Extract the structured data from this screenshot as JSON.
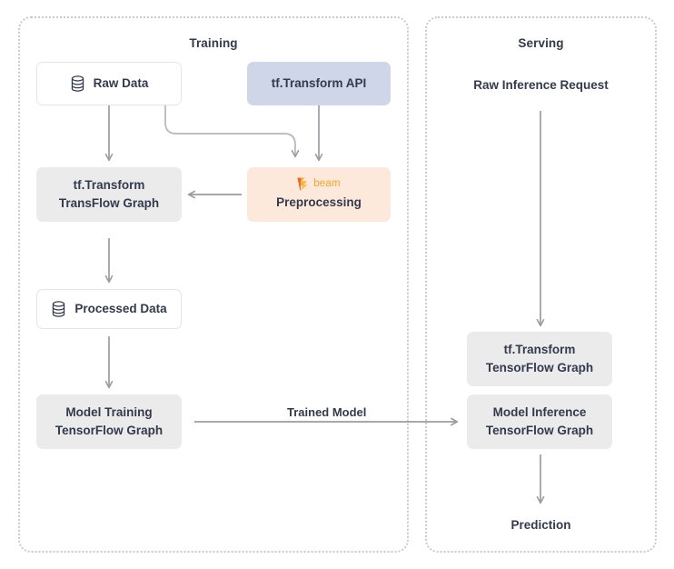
{
  "diagram": {
    "title_training": "Training",
    "title_serving": "Serving",
    "panels": [
      {
        "id": "training",
        "label": "Training"
      },
      {
        "id": "serving",
        "label": "Serving"
      }
    ],
    "training_nodes": [
      {
        "id": "raw-data",
        "label": "Raw Data",
        "icon": "database-icon",
        "style": "white"
      },
      {
        "id": "tf-transform-api",
        "label": "tf.Transform API",
        "style": "blue"
      },
      {
        "id": "tf-transform-graph",
        "label": "tf.Transform\nTransFlow Graph",
        "style": "grey"
      },
      {
        "id": "preprocessing",
        "label": "Preprocessing",
        "logo": "beam",
        "logo_text": "beam",
        "style": "peach"
      },
      {
        "id": "processed-data",
        "label": "Processed Data",
        "icon": "database-icon",
        "style": "white"
      },
      {
        "id": "model-training",
        "label": "Model Training\nTensorFlow Graph",
        "style": "grey"
      }
    ],
    "serving_nodes": [
      {
        "id": "raw-inference-request",
        "label": "Raw Inference Request",
        "style": "plain"
      },
      {
        "id": "tf-transform-tf-graph",
        "label": "tf.Transform\nTensorFlow Graph",
        "style": "grey"
      },
      {
        "id": "model-inference",
        "label": "Model Inference\nTensorFlow Graph",
        "style": "grey"
      },
      {
        "id": "prediction",
        "label": "Prediction",
        "style": "plain"
      }
    ],
    "edges": [
      {
        "id": "raw-data-to-transform-graph",
        "label": ""
      },
      {
        "id": "raw-data-to-preprocessing",
        "label": ""
      },
      {
        "id": "api-to-preprocessing",
        "label": ""
      },
      {
        "id": "preprocessing-to-graph",
        "label": ""
      },
      {
        "id": "transform-graph-to-processed",
        "label": ""
      },
      {
        "id": "processed-to-model-training",
        "label": ""
      },
      {
        "id": "trained-model",
        "label": "Trained Model"
      },
      {
        "id": "request-to-transform",
        "label": ""
      },
      {
        "id": "inference-to-prediction",
        "label": ""
      }
    ],
    "edge_labels": {
      "trained_model": "Trained Model"
    },
    "colors": {
      "panel_border": "#c9c9cf",
      "text": "#333a4d",
      "arrow": "#9b9ba1",
      "node_grey": "#ebebeb",
      "node_blue": "#ced6e8",
      "node_peach": "#fde9db",
      "node_white": "#ffffff",
      "node_white_border": "#e3e5ea",
      "beam_orange": "#f6a623",
      "beam_red": "#f05a28"
    }
  }
}
